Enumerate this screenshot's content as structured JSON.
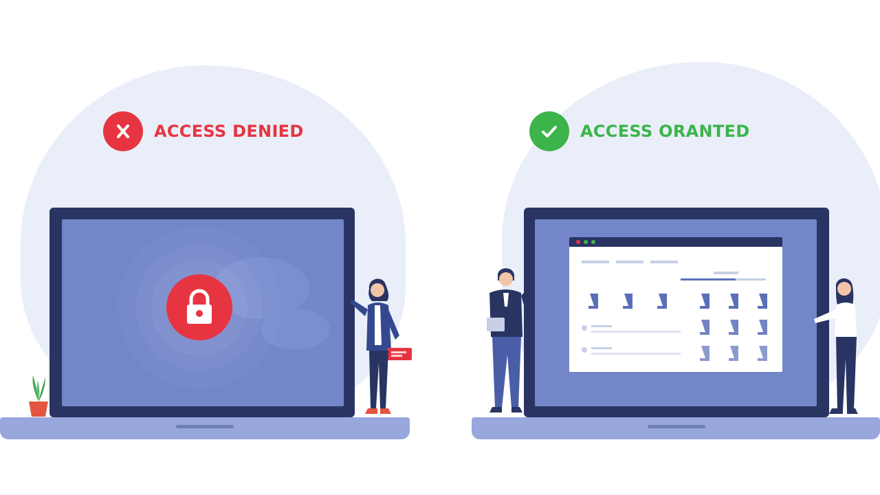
{
  "denied": {
    "label": "ACCESS DENIED",
    "color": "#e63541",
    "icon": "x-icon"
  },
  "granted": {
    "label": "ACCESS ORANTED",
    "color": "#3cb44b",
    "icon": "checkmark-icon"
  },
  "colors": {
    "laptop_frame": "#2a3462",
    "laptop_screen": "#7286c9",
    "laptop_base": "#98a7dc",
    "background_blob": "#e9eef9"
  },
  "icons": [
    "lock-icon",
    "plant-icon",
    "browser-window",
    "person-figure"
  ]
}
